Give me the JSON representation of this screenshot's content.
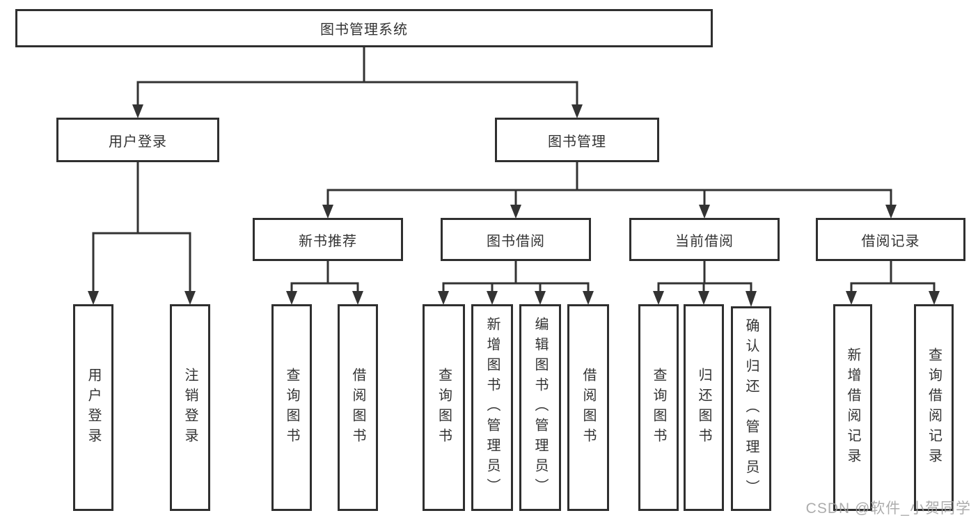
{
  "colors": {
    "line": "#333333",
    "border": "#2f2f2f",
    "text": "#333333",
    "box-fill": "#ffffff",
    "watermark": "#9e9e9e",
    "canvas-bg": "#ffffff"
  },
  "tree": {
    "root": {
      "label": "图书管理系统"
    },
    "branches": [
      {
        "label": "用户登录",
        "children": [
          {
            "label": "用户登录"
          },
          {
            "label": "注销登录"
          }
        ]
      },
      {
        "label": "图书管理",
        "children": [
          {
            "label": "新书推荐",
            "children": [
              {
                "label": "查询图书"
              },
              {
                "label": "借阅图书"
              }
            ]
          },
          {
            "label": "图书借阅",
            "children": [
              {
                "label": "查询图书"
              },
              {
                "label": "新增图书（管理员）"
              },
              {
                "label": "编辑图书（管理员）"
              },
              {
                "label": "借阅图书"
              }
            ]
          },
          {
            "label": "当前借阅",
            "children": [
              {
                "label": "查询图书"
              },
              {
                "label": "归还图书"
              },
              {
                "label": "确认归还（管理员）"
              }
            ]
          },
          {
            "label": "借阅记录",
            "children": [
              {
                "label": "新增借阅记录"
              },
              {
                "label": "查询借阅记录"
              }
            ]
          }
        ]
      }
    ]
  },
  "watermark": {
    "text": "CSDN @软件_小贺同学"
  }
}
